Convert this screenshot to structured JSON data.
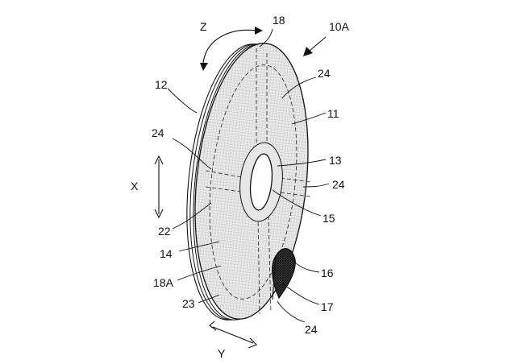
{
  "figure": {
    "labels": {
      "assembly": "10A",
      "face": "11",
      "rim_dashed": "12",
      "hole_edge": "13",
      "side": "14",
      "hole": "15",
      "cutaway": "16",
      "cutaway_wall": "17",
      "top": "18",
      "edge": "18A",
      "center_line": "22",
      "lower_dashed": "23",
      "ribs": [
        "24",
        "24",
        "24",
        "24"
      ]
    },
    "axes": {
      "x": "X",
      "y": "Y",
      "z": "Z"
    }
  }
}
